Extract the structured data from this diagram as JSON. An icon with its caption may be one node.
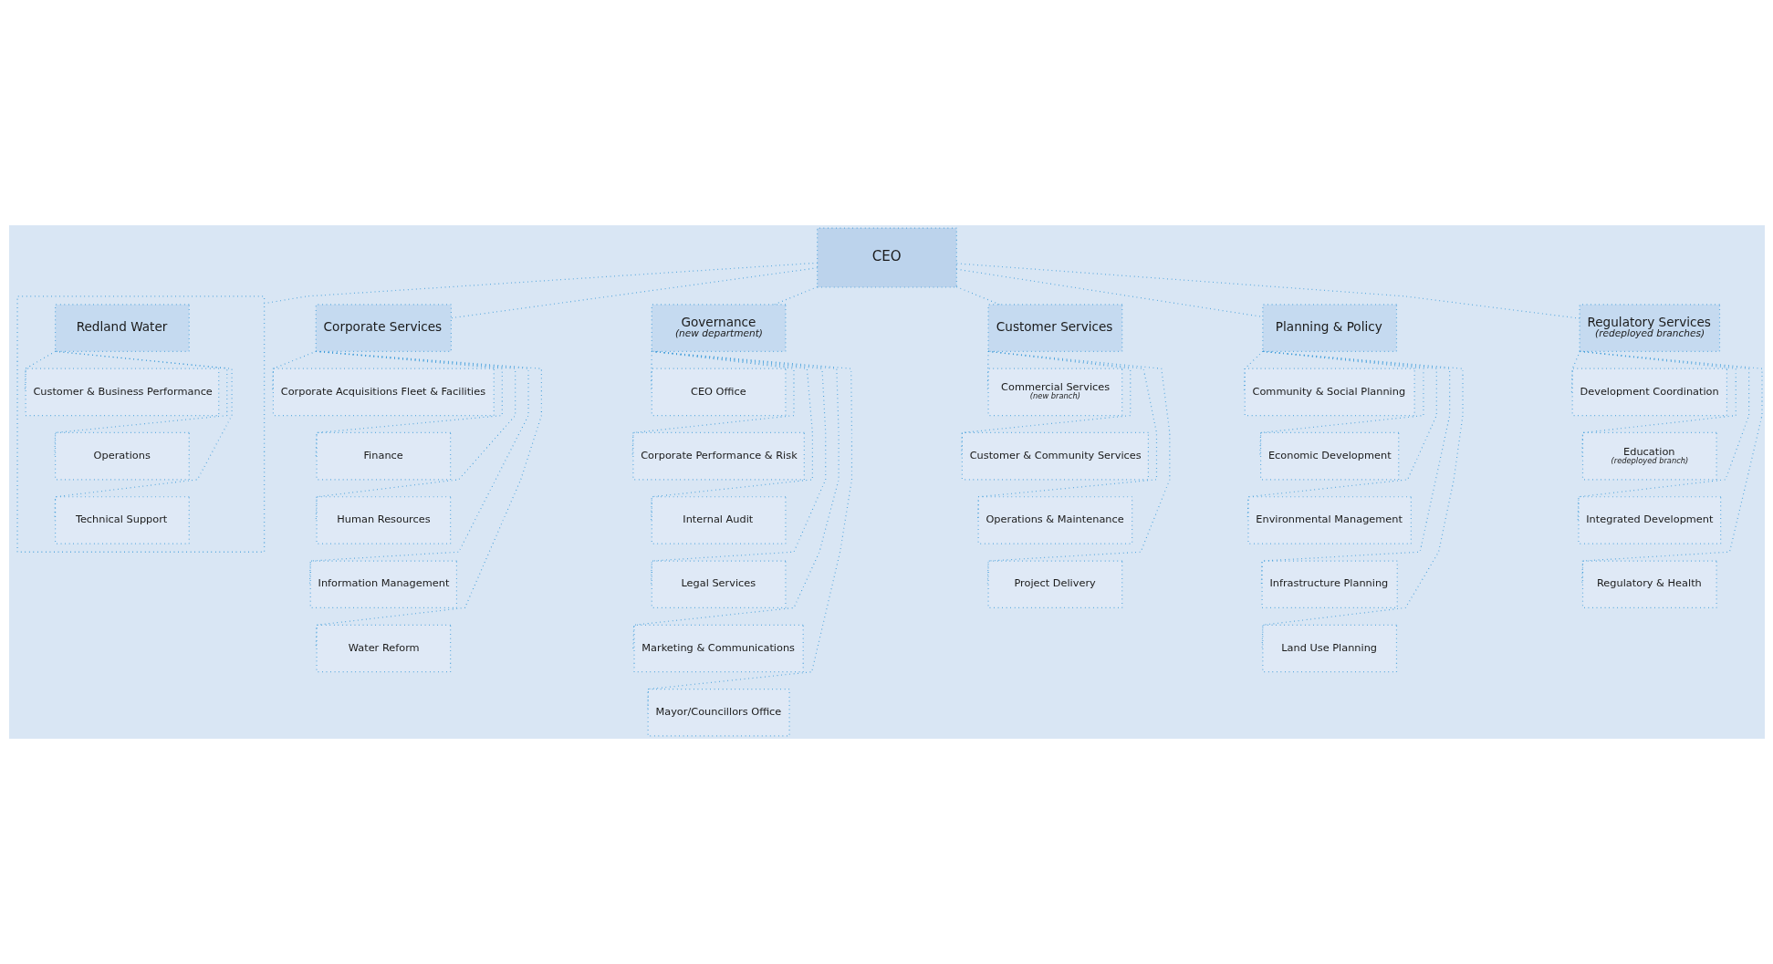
{
  "diagram": {
    "nodes": [
      {
        "text": [
          "CEO"
        ]
      },
      {
        "text": [
          "Corporate Services"
        ]
      },
      {
        "text": [
          "Governance",
          "(new department)"
        ]
      },
      {
        "text": [
          "Customer Services"
        ]
      },
      {
        "text": [
          "Planning & Policy"
        ]
      },
      {
        "text": [
          "Regulatory Services",
          "(redeployed branches)"
        ]
      },
      {
        "text": [],
        "shape": "box"
      },
      {
        "text": [
          "Redland Water"
        ],
        "in": 6
      },
      {
        "text": [
          "Corporate Acquisitions Fleet & Facilities"
        ]
      },
      {
        "text": [
          "Finance"
        ]
      },
      {
        "text": [
          "Human Resources"
        ]
      },
      {
        "text": [
          "Information Management"
        ]
      },
      {
        "text": [
          "Water Reform"
        ]
      },
      {
        "text": [
          "CEO Office"
        ]
      },
      {
        "text": [
          "Corporate Performance & Risk"
        ]
      },
      {
        "text": [
          "Internal Audit"
        ]
      },
      {
        "text": [
          "Legal Services"
        ]
      },
      {
        "text": [
          "Marketing & Communications"
        ]
      },
      {
        "text": [
          "Mayor/Councillors Office"
        ]
      },
      {
        "text": [
          "Commercial Services",
          "(new branch)"
        ]
      },
      {
        "text": [
          "Customer & Community Services"
        ]
      },
      {
        "text": [
          "Operations & Maintenance"
        ]
      },
      {
        "text": [
          "Project Delivery"
        ]
      },
      {
        "text": [
          "Community & Social Planning"
        ]
      },
      {
        "text": [
          "Economic Development"
        ]
      },
      {
        "text": [
          "Environmental Management"
        ]
      },
      {
        "text": [
          "Infrastructure Planning"
        ]
      },
      {
        "text": [
          "Land Use Planning"
        ]
      },
      {
        "text": [
          "Development Coordination"
        ]
      },
      {
        "text": [
          "Education",
          "(redeployed branch)"
        ]
      },
      {
        "text": [
          "Integrated Development"
        ]
      },
      {
        "text": [
          "Regulatory & Health"
        ]
      },
      {
        "text": [
          "Customer & Business Performance"
        ],
        "in": 6
      },
      {
        "text": [
          "Operations"
        ],
        "in": 6
      },
      {
        "text": [
          "Technical Support"
        ],
        "in": 6
      }
    ],
    "edges": [
      {
        "from": 0,
        "to": 1,
        "arrow": "none"
      },
      {
        "from": 0,
        "to": 2,
        "arrow": "none"
      },
      {
        "from": 0,
        "to": 3,
        "arrow": "none"
      },
      {
        "from": 0,
        "to": 4,
        "arrow": "none"
      },
      {
        "from": 0,
        "to": 5,
        "arrow": "none"
      },
      {
        "from": 0,
        "to": 6,
        "arrow": "none"
      },
      {
        "from": 1,
        "to": 8,
        "arrow": "none"
      },
      {
        "from": 1,
        "to": 9,
        "arrow": "none"
      },
      {
        "from": 1,
        "to": 10,
        "arrow": "none"
      },
      {
        "from": 1,
        "to": 11,
        "arrow": "none"
      },
      {
        "from": 1,
        "to": 12,
        "arrow": "none"
      },
      {
        "from": 2,
        "to": 13,
        "arrow": "none"
      },
      {
        "from": 2,
        "to": 14,
        "arrow": "none"
      },
      {
        "from": 2,
        "to": 15,
        "arrow": "none"
      },
      {
        "from": 2,
        "to": 16,
        "arrow": "none"
      },
      {
        "from": 2,
        "to": 17,
        "arrow": "none"
      },
      {
        "from": 2,
        "to": 18,
        "arrow": "none"
      },
      {
        "from": 3,
        "to": 19,
        "arrow": "none"
      },
      {
        "from": 3,
        "to": 20,
        "arrow": "none"
      },
      {
        "from": 3,
        "to": 21,
        "arrow": "none"
      },
      {
        "from": 3,
        "to": 22,
        "arrow": "none"
      },
      {
        "from": 4,
        "to": 23,
        "arrow": "none"
      },
      {
        "from": 4,
        "to": 24,
        "arrow": "none"
      },
      {
        "from": 4,
        "to": 25,
        "arrow": "none"
      },
      {
        "from": 4,
        "to": 26,
        "arrow": "none"
      },
      {
        "from": 4,
        "to": 27,
        "arrow": "none"
      },
      {
        "from": 5,
        "to": 28,
        "arrow": "none"
      },
      {
        "from": 5,
        "to": 29,
        "arrow": "none"
      },
      {
        "from": 5,
        "to": 30,
        "arrow": "none"
      },
      {
        "from": 5,
        "to": 31,
        "arrow": "none"
      },
      {
        "from": 7,
        "to": 32,
        "arrow": "none"
      },
      {
        "from": 7,
        "to": 33,
        "arrow": "none"
      },
      {
        "from": 7,
        "to": 34,
        "arrow": "none"
      }
    ]
  }
}
